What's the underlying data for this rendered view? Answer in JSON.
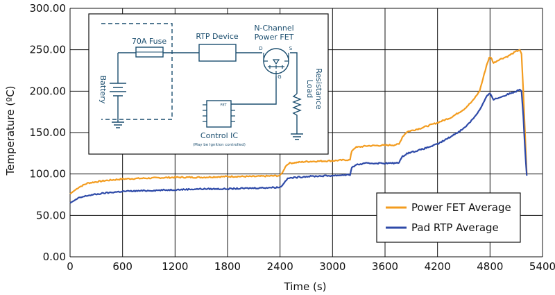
{
  "chart_data": {
    "type": "line",
    "xlabel": "Time (s)",
    "ylabel": "Temperature (ºC)",
    "xlim": [
      0,
      5400
    ],
    "ylim": [
      0,
      300
    ],
    "xticks": [
      0,
      600,
      1200,
      1800,
      2400,
      3000,
      3600,
      4200,
      4800,
      5400
    ],
    "yticks": [
      "0.00",
      "50.00",
      "100.00",
      "150.00",
      "200.00",
      "250.00",
      "300.00"
    ],
    "grid": true,
    "legend_position": "bottom-right",
    "series": [
      {
        "name": "Power FET Average",
        "color": "#f39c1f",
        "points": [
          [
            0,
            76
          ],
          [
            100,
            84
          ],
          [
            200,
            89
          ],
          [
            400,
            92
          ],
          [
            600,
            94
          ],
          [
            900,
            95
          ],
          [
            1200,
            96
          ],
          [
            1500,
            96
          ],
          [
            1800,
            97
          ],
          [
            2100,
            97
          ],
          [
            2400,
            98
          ],
          [
            2440,
            104
          ],
          [
            2460,
            109
          ],
          [
            2500,
            113
          ],
          [
            2700,
            115
          ],
          [
            3000,
            116
          ],
          [
            3150,
            117
          ],
          [
            3200,
            117
          ],
          [
            3220,
            128
          ],
          [
            3260,
            132
          ],
          [
            3400,
            134
          ],
          [
            3700,
            135
          ],
          [
            3760,
            136
          ],
          [
            3800,
            145
          ],
          [
            3850,
            151
          ],
          [
            4000,
            155
          ],
          [
            4200,
            162
          ],
          [
            4350,
            168
          ],
          [
            4500,
            178
          ],
          [
            4600,
            188
          ],
          [
            4680,
            200
          ],
          [
            4720,
            215
          ],
          [
            4760,
            231
          ],
          [
            4790,
            240
          ],
          [
            4810,
            241
          ],
          [
            4840,
            234
          ],
          [
            4900,
            238
          ],
          [
            5000,
            242
          ],
          [
            5100,
            248
          ],
          [
            5140,
            250
          ],
          [
            5160,
            245
          ],
          [
            5180,
            200
          ],
          [
            5200,
            150
          ],
          [
            5220,
            100
          ]
        ]
      },
      {
        "name": "Pad RTP Average",
        "color": "#2e4aa8",
        "points": [
          [
            0,
            65
          ],
          [
            100,
            71
          ],
          [
            200,
            74
          ],
          [
            400,
            77
          ],
          [
            600,
            79
          ],
          [
            900,
            80
          ],
          [
            1200,
            81
          ],
          [
            1500,
            82
          ],
          [
            1800,
            82
          ],
          [
            2100,
            83
          ],
          [
            2400,
            84
          ],
          [
            2440,
            88
          ],
          [
            2460,
            92
          ],
          [
            2500,
            95
          ],
          [
            2700,
            97
          ],
          [
            3000,
            98
          ],
          [
            3150,
            99
          ],
          [
            3200,
            99
          ],
          [
            3220,
            107
          ],
          [
            3260,
            111
          ],
          [
            3400,
            113
          ],
          [
            3700,
            113
          ],
          [
            3760,
            114
          ],
          [
            3800,
            121
          ],
          [
            3850,
            125
          ],
          [
            4000,
            129
          ],
          [
            4200,
            136
          ],
          [
            4350,
            145
          ],
          [
            4500,
            155
          ],
          [
            4600,
            166
          ],
          [
            4680,
            177
          ],
          [
            4720,
            185
          ],
          [
            4760,
            193
          ],
          [
            4790,
            197
          ],
          [
            4810,
            196
          ],
          [
            4840,
            190
          ],
          [
            4900,
            192
          ],
          [
            5000,
            196
          ],
          [
            5100,
            200
          ],
          [
            5140,
            202
          ],
          [
            5160,
            200
          ],
          [
            5180,
            170
          ],
          [
            5200,
            130
          ],
          [
            5220,
            98
          ]
        ]
      }
    ]
  },
  "schematic": {
    "labels": {
      "fuse": "70A Fuse",
      "rtp": "RTP Device",
      "fet_line1": "N-Channel",
      "fet_line2": "Power FET",
      "d": "D",
      "s": "S",
      "g": "G",
      "battery": "Battery",
      "fet_pin": "FET",
      "control_ic": "Control IC",
      "control_note": "(May be Ignition controlled)",
      "load_line1": "Load",
      "load_line2": "Resistance"
    }
  }
}
